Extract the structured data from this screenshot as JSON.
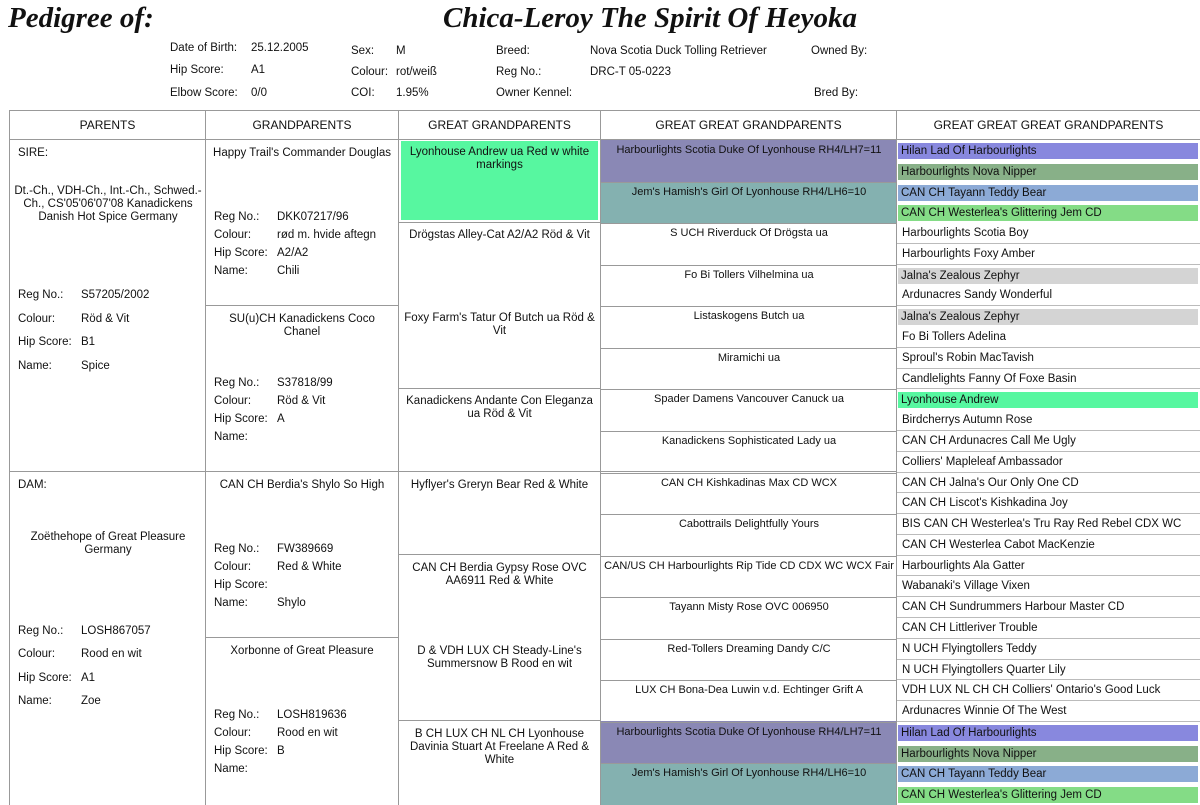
{
  "header": {
    "pedigree_label": "Pedigree of:",
    "dog_name": "Chica-Leroy The Spirit Of Heyoka"
  },
  "info": {
    "dob_label": "Date of Birth:",
    "dob": "25.12.2005",
    "hip_label": "Hip Score:",
    "hip": "A1",
    "elbow_label": "Elbow Score:",
    "elbow": "0/0",
    "sex_label": "Sex:",
    "sex": "M",
    "colour_label": "Colour:",
    "colour": "rot/weiß",
    "coi_label": "COI:",
    "coi": "1.95%",
    "breed_label": "Breed:",
    "breed": "Nova Scotia Duck Tolling Retriever",
    "reg_label": "Reg No.:",
    "reg": "DRC-T 05-0223",
    "owner_kennel_label": "Owner Kennel:",
    "owned_by_label": "Owned By:",
    "bred_by_label": "Bred By:"
  },
  "columns": [
    "PARENTS",
    "GRANDPARENTS",
    "GREAT GRANDPARENTS",
    "GREAT GREAT GRANDPARENTS",
    "GREAT GREAT GREAT GRANDPARENTS"
  ],
  "labels": {
    "reg": "Reg No.:",
    "colour": "Colour:",
    "hip": "Hip Score:",
    "name": "Name:"
  },
  "sire": {
    "role": "SIRE:",
    "name": "Dt.-Ch., VDH-Ch., Int.-Ch., Schwed.-Ch., CS'05'06'07'08 Kanadickens Danish Hot Spice Germany",
    "reg": "S57205/2002",
    "colour": "Röd & Vit",
    "hip": "B1",
    "call": "Spice"
  },
  "dam": {
    "role": "DAM:",
    "name": "Zoëthehope of Great Pleasure Germany",
    "reg": "LOSH867057",
    "colour": "Rood en wit",
    "hip": "A1",
    "call": "Zoe"
  },
  "grandparents": [
    {
      "name": "Happy Trail's Commander Douglas",
      "reg": "DKK07217/96",
      "colour": "rød m. hvide aftegn",
      "hip": "A2/A2",
      "call": "Chili"
    },
    {
      "name": "SU(u)CH Kanadickens Coco Chanel",
      "reg": "S37818/99",
      "colour": "Röd & Vit",
      "hip": "A",
      "call": ""
    },
    {
      "name": "CAN CH Berdia's Shylo So High",
      "reg": "FW389669",
      "colour": "Red & White",
      "hip": "",
      "call": "Shylo"
    },
    {
      "name": "Xorbonne of Great Pleasure",
      "reg": "LOSH819636",
      "colour": "Rood en wit",
      "hip": "B",
      "call": ""
    }
  ],
  "great_grandparents": [
    "Lyonhouse Andrew ua Red w white markings",
    "Drögstas Alley-Cat A2/A2 Röd & Vit",
    "Foxy Farm's Tatur Of Butch ua Röd & Vit",
    "Kanadickens Andante Con Eleganza ua Röd & Vit",
    "Hyflyer's Greryn Bear  Red & White",
    "CAN CH Berdia Gypsy Rose OVC AA6911 Red & White",
    "D & VDH LUX CH Steady-Line's Summersnow B Rood en wit",
    "B CH LUX CH NL CH Lyonhouse Davinia Stuart At Freelane A Red & White"
  ],
  "gg_grandparents": [
    "Harbourlights Scotia Duke Of Lyonhouse  RH4/LH7=11",
    "Jem's Hamish's Girl Of Lyonhouse  RH4/LH6=10",
    "S UCH Riverduck Of Drögsta  ua",
    "Fo Bi Tollers Vilhelmina  ua",
    "Listaskogens Butch  ua",
    "Miramichi  ua",
    "Spader Damens Vancouver Canuck  ua",
    "Kanadickens Sophisticated Lady  ua",
    "CAN CH Kishkadinas Max CD WCX",
    "Cabottrails Delightfully Yours",
    "CAN/US CH Harbourlights Rip Tide CD CDX WC WCX Fair",
    "Tayann Misty Rose  OVC 006950",
    "Red-Tollers Dreaming Dandy  C/C",
    "LUX CH Bona-Dea Luwin v.d. Echtinger Grift  A",
    "Harbourlights Scotia Duke Of Lyonhouse  RH4/LH7=11",
    "Jem's Hamish's Girl Of Lyonhouse  RH4/LH6=10"
  ],
  "ggg_grandparents": [
    "Hilan Lad Of Harbourlights",
    "Harbourlights Nova Nipper",
    "CAN CH Tayann Teddy Bear",
    "CAN CH Westerlea's Glittering Jem CD",
    "Harbourlights Scotia Boy",
    "Harbourlights Foxy Amber",
    "Jalna's Zealous Zephyr",
    "Ardunacres Sandy Wonderful",
    "Jalna's Zealous Zephyr",
    "Fo Bi Tollers Adelina",
    "Sproul's Robin MacTavish",
    "Candlelights Fanny Of Foxe Basin",
    "Lyonhouse Andrew",
    "Birdcherrys Autumn Rose",
    "CAN CH Ardunacres Call Me Ugly",
    "Colliers' Mapleleaf Ambassador",
    "CAN CH Jalna's Our Only One CD",
    "CAN CH Liscot's Kishkadina Joy",
    "BIS CAN CH Westerlea's Tru Ray Red Rebel CDX WC",
    "CAN CH Westerlea Cabot MacKenzie",
    "Harbourlights Ala Gatter",
    "Wabanaki's Village Vixen",
    "CAN CH Sundrummers Harbour Master CD",
    "CAN CH Littleriver Trouble",
    "N UCH Flyingtollers Teddy",
    "N UCH Flyingtollers Quarter Lily",
    "VDH LUX NL CH CH Colliers' Ontario's Good Luck",
    "Ardunacres Winnie Of The West",
    "Hilan Lad Of Harbourlights",
    "Harbourlights Nova Nipper",
    "CAN CH Tayann Teddy Bear",
    "CAN CH Westerlea's Glittering Jem CD"
  ],
  "colors": {
    "green": "#57f7a0",
    "purple_gray": "#8a88b5",
    "teal": "#84b1b0",
    "blue_violet": "#8888de",
    "sage": "#88b088",
    "sky": "#8caad6",
    "light_green": "#84dc86",
    "light_gray": "#d4d4d4"
  }
}
